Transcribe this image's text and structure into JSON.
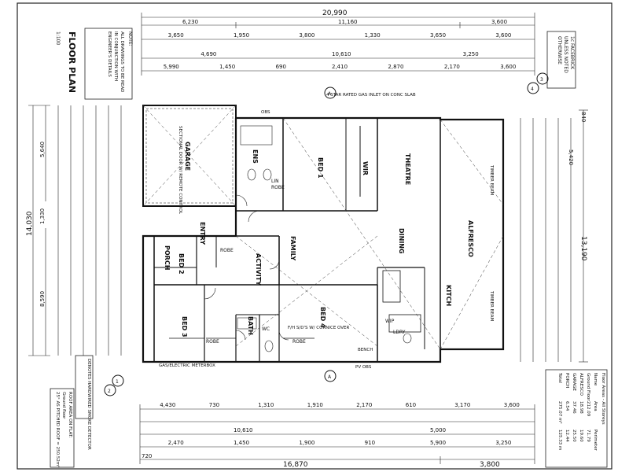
{
  "dims": {
    "top_overall": "20,990",
    "top_left": "6,230",
    "top_mid": "11,160",
    "top_right": "3,600",
    "top_row2": [
      "3,650",
      "1,950",
      "3,800",
      "1,330",
      "3,650",
      "3,600"
    ],
    "top_row3": [
      "4,690",
      "10,610",
      "3,250"
    ],
    "top_row4": [
      "5,990",
      "1,450",
      "690",
      "2,410",
      "2,870",
      "2,170",
      "3,600"
    ],
    "left_overall": "14,030",
    "left_a": "5,640",
    "left_b": "8,590",
    "left_c": "1,330",
    "right_overall": "13,190",
    "right_top": "840",
    "right_a": "5,420",
    "bottom_overall": "16,870",
    "bottom_right": "3,800",
    "bottom_left": "720",
    "bottom_row1": [
      "4,430",
      "730",
      "1,310",
      "1,910",
      "2,170",
      "610",
      "3,170",
      "3,600"
    ],
    "bottom_row2": [
      "10,610",
      "5,000"
    ],
    "bottom_row3": [
      "2,470",
      "1,450",
      "1,900",
      "910",
      "5,900",
      "3,250"
    ]
  },
  "rooms": {
    "garage": "GARAGE",
    "ens": "ENS",
    "bed1": "BED 1",
    "wir": "WIR",
    "theatre": "THEATRE",
    "entry": "ENTRY",
    "bed2": "BED 2",
    "porch": "PORCH",
    "activity": "ACTIVITY",
    "family": "FAMILY",
    "dining": "DINING",
    "alfresco": "ALFRESCO",
    "bed3": "BED 3",
    "bath": "BATH",
    "bed4": "BED 4",
    "kitch": "KITCH",
    "robe": "ROBE",
    "robe2": "ROBE",
    "robe3": "ROBE",
    "robe4": "ROBE",
    "wc": "WC",
    "lin": "LIN",
    "ldry": "LDRY",
    "wip": "WIP"
  },
  "notes": {
    "note_head": "NOTE:",
    "note_1": "ALL DRAWINGS TO BE READ",
    "note_2": "IN CONJUNCTION WITH",
    "note_3": "ENGINEER'S DETAILS",
    "floor_plan": "FLOOR PLAN",
    "scale": "1:100",
    "gas_meter": "GAS/ELECTRIC METERBOX",
    "gas_inlet": "4 STAR RATED GAS INLET ON CONC SLAB",
    "timber_beam": "TIMBER BEAM",
    "section_door": "SECTIONAL DOOR W/ REMOTE CONTROL",
    "pv_obs": "PV OBS",
    "obs": "OBS",
    "smoke": "DENOTES HARDWIRED SMOKE DETECTOR",
    "roof_area_1": "ROOF AREA ON FLAT:",
    "roof_area_2": "Ground floor",
    "roof_area_3": "25° AS PITCHED ROOF = 250.52m²",
    "facebrick_1": "1c FACEBRICK",
    "facebrick_2": "UNLESS NOTED",
    "facebrick_3": "OTHERWISE",
    "fh_cornice": "F/H S/D'S W/ CORNICE OVER",
    "bench": "BENCH",
    "area_head": "Floor Areas - All Storeys",
    "area_col": [
      "Name",
      "Area",
      "Perimeter"
    ],
    "area_rows": [
      [
        "Ground Floor",
        "212.09",
        "71.79"
      ],
      [
        "ALFRESCO",
        "18.98",
        "19.60"
      ],
      [
        "GARAGE",
        "37.46",
        "25.50"
      ],
      [
        "PORCH",
        "6.54",
        "12.44"
      ]
    ],
    "area_total": [
      "Total",
      "275.07 m²",
      "125.33 m"
    ],
    "markers": [
      "A",
      "A",
      "1",
      "2",
      "3",
      "4"
    ]
  }
}
